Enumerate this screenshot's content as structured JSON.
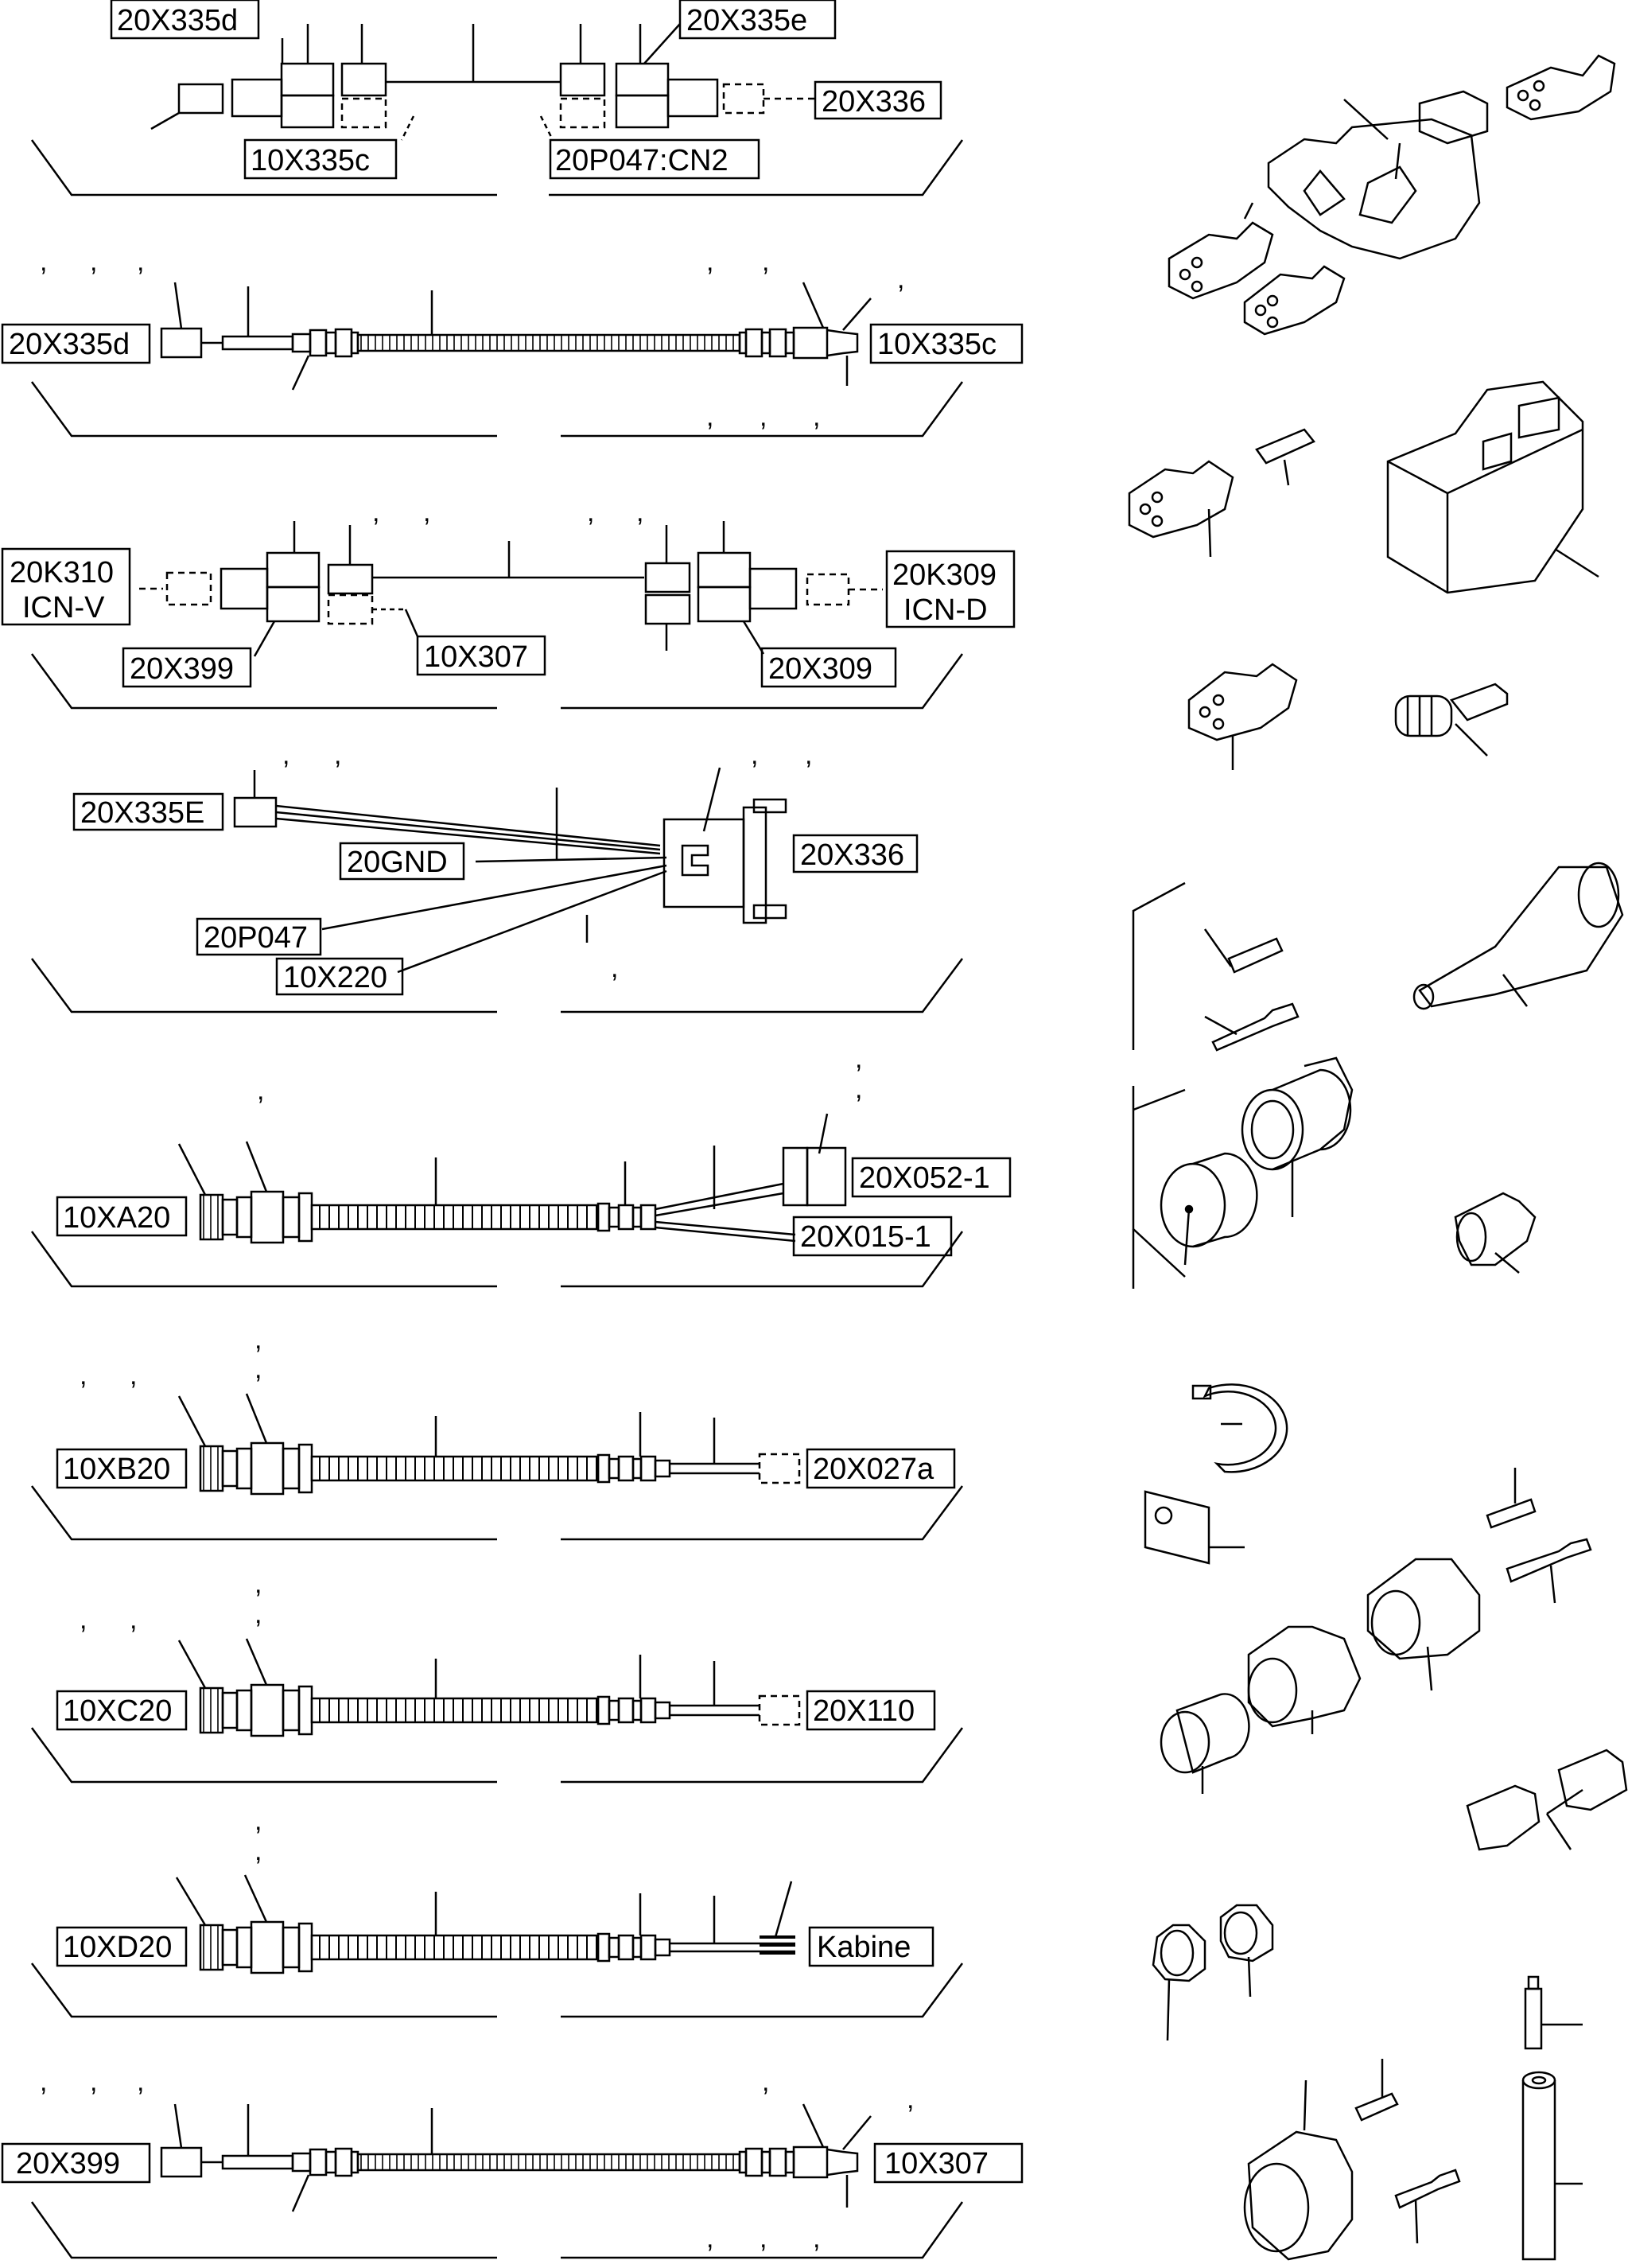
{
  "panels": [
    {
      "id": "p1",
      "labels": {
        "top_left": "20X335d",
        "top_right": "20X335e",
        "right": "20X336",
        "bottom_left": "10X335c",
        "bottom_right": "20P047:CN2"
      }
    },
    {
      "id": "p2",
      "labels": {
        "left": "20X335d",
        "right": "10X335c"
      }
    },
    {
      "id": "p3",
      "labels": {
        "left_line1": "20K310",
        "left_line2": "ICN-V",
        "right_line1": "20K309",
        "right_line2": "ICN-D",
        "bottom_left": "20X399",
        "bottom_mid": "10X307",
        "bottom_right": "20X309"
      }
    },
    {
      "id": "p4",
      "labels": {
        "top_left": "20X335E",
        "gnd": "20GND",
        "p047": "20P047",
        "x220": "10X220",
        "right": "20X336"
      }
    },
    {
      "id": "p5",
      "labels": {
        "left": "10XA20",
        "right_top": "20X052-1",
        "right_bottom": "20X015-1"
      }
    },
    {
      "id": "p6",
      "labels": {
        "left": "10XB20",
        "right": "20X027a"
      }
    },
    {
      "id": "p7",
      "labels": {
        "left": "10XC20",
        "right": "20X110"
      }
    },
    {
      "id": "p8",
      "labels": {
        "left": "10XD20",
        "right": "Kabine"
      }
    },
    {
      "id": "p9",
      "labels": {
        "left": "20X399",
        "right": "10X307"
      }
    }
  ],
  "separators": {
    "comma": ","
  }
}
